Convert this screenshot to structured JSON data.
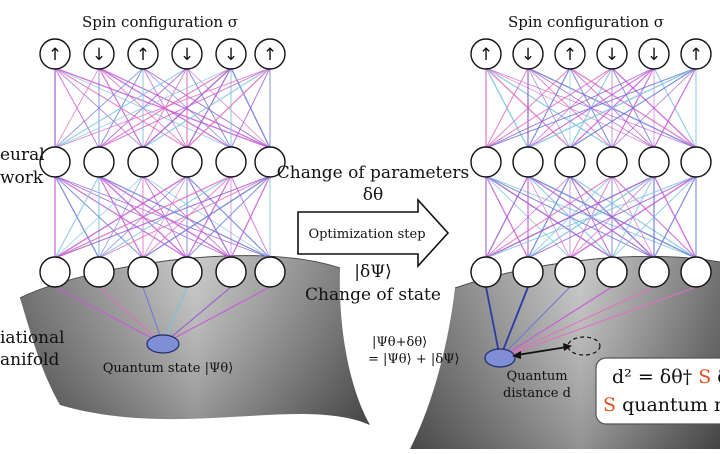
{
  "left_panel": {
    "title": "Spin configuration σ",
    "spins": [
      "↑",
      "↓",
      "↑",
      "↓",
      "↓",
      "↑"
    ],
    "network_label_line1": "eural",
    "network_label_line2": "work",
    "manifold_label_line1": "iational",
    "manifold_label_line2": "anifold",
    "quantum_state_label": "Quantum state |Ψθ⟩"
  },
  "middle": {
    "change_of_parameters": "Change of parameters",
    "delta_theta": "δθ",
    "optimization_step": "Optimization step",
    "delta_psi": "|δΨ⟩",
    "change_of_state": "Change of state"
  },
  "right_panel": {
    "title": "Spin configuration σ",
    "spins": [
      "↑",
      "↓",
      "↑",
      "↓",
      "↓",
      "↑"
    ],
    "new_state_line1": "|Ψθ+δθ⟩",
    "new_state_line2": "= |Ψθ⟩ + |δΨ⟩",
    "quantum_distance_line1": "Quantum",
    "quantum_distance_line2": "distance d",
    "formula_line1_a": "d² = δθ† ",
    "formula_line1_s": "S",
    "formula_line1_b": " δ",
    "formula_line2_s": "S",
    "formula_line2_b": " quantum me"
  },
  "colors": {
    "edge_palette": [
      "#c85ad8",
      "#e070c0",
      "#6a7ad8",
      "#7cc4e0",
      "#9a58d0"
    ],
    "state_fill": "#7f8fd6",
    "formula_accent": "#e0501e",
    "manifold_dark": "#6c6c6c",
    "manifold_light": "#bcbcbc"
  }
}
